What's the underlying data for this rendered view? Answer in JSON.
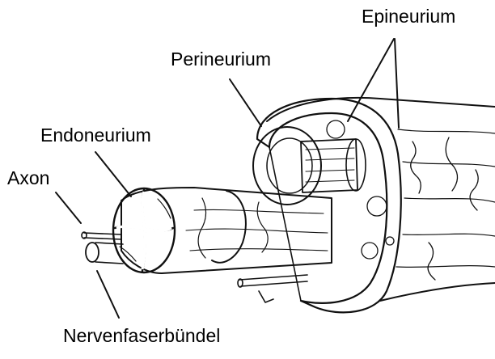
{
  "labels": {
    "epineurium": "Epineurium",
    "perineurium": "Perineurium",
    "endoneurium": "Endoneurium",
    "axon": "Axon",
    "nervenfaserbuendel": "Nervenfaserbündel"
  },
  "colors": {
    "ink": "#111111",
    "background": "#ffffff",
    "stipple": "#444444"
  }
}
